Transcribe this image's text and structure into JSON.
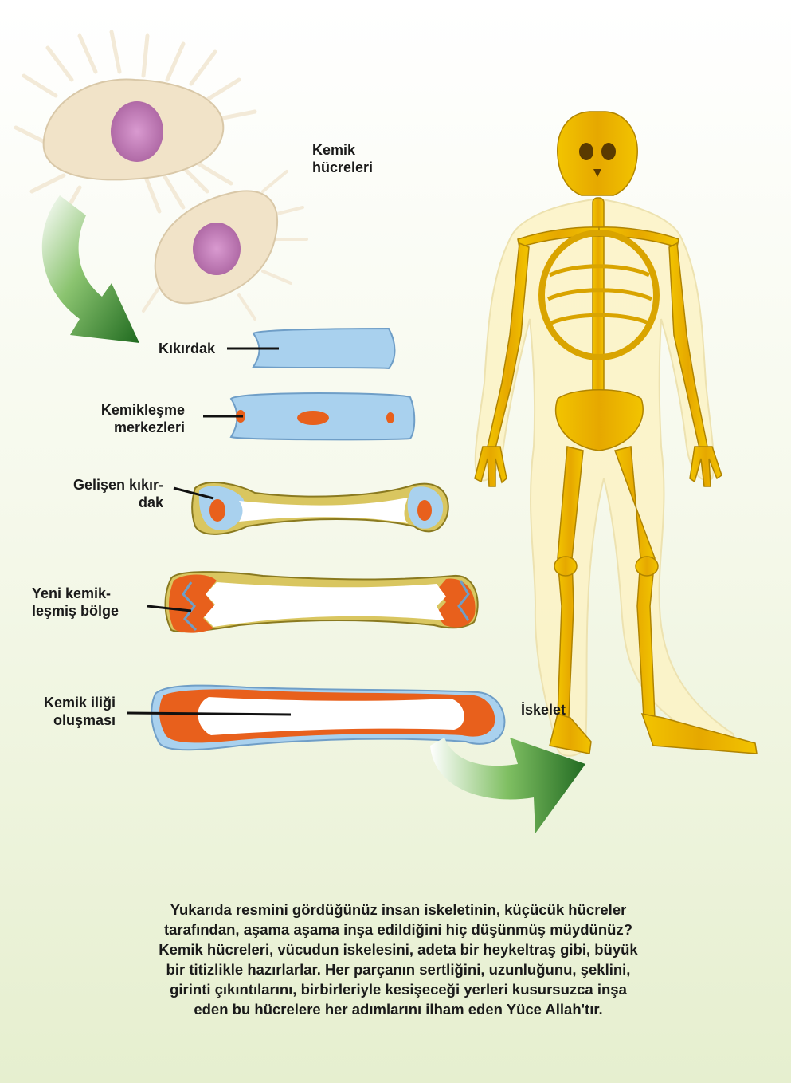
{
  "labels": {
    "bone_cells": [
      "Kemik",
      "hücreleri"
    ],
    "cartilage": "Kıkırdak",
    "ossification_centers": [
      "Kemikleşme",
      "merkezleri"
    ],
    "developing_cartilage": [
      "Gelişen kıkır-",
      "dak"
    ],
    "newly_ossified_region": [
      "Yeni kemik-",
      "leşmiş bölge"
    ],
    "bone_marrow_formation": [
      "Kemik iliği",
      "oluşması"
    ],
    "skeleton": "İskelet"
  },
  "caption": [
    "Yukarıda resmini gördüğünüz insan iskeletinin,  küçücük hücreler",
    "tarafından, aşama aşama inşa edildiğini hiç düşünmüş müydünüz?",
    "Kemik hücreleri, vücudun iskelesini, adeta bir heykeltraş gibi, büyük",
    "bir titizlikle hazırlarlar. Her parçanın sertliğini, uzunluğunu, şeklini,",
    "girinti çıkıntılarını, birbirleriyle kesişeceği yerleri kusursuzca inşa",
    "eden bu hücrelere her adımlarını ilham eden Yüce Allah'tır."
  ],
  "colors": {
    "cartilage_blue": "#a9d1ee",
    "ossification_orange": "#e8601c",
    "bone_yellow": "#e8b800",
    "arrow_green": "#3e8a2a",
    "cell_body": "#f1e3c8",
    "nucleus": "#c77cb8"
  }
}
